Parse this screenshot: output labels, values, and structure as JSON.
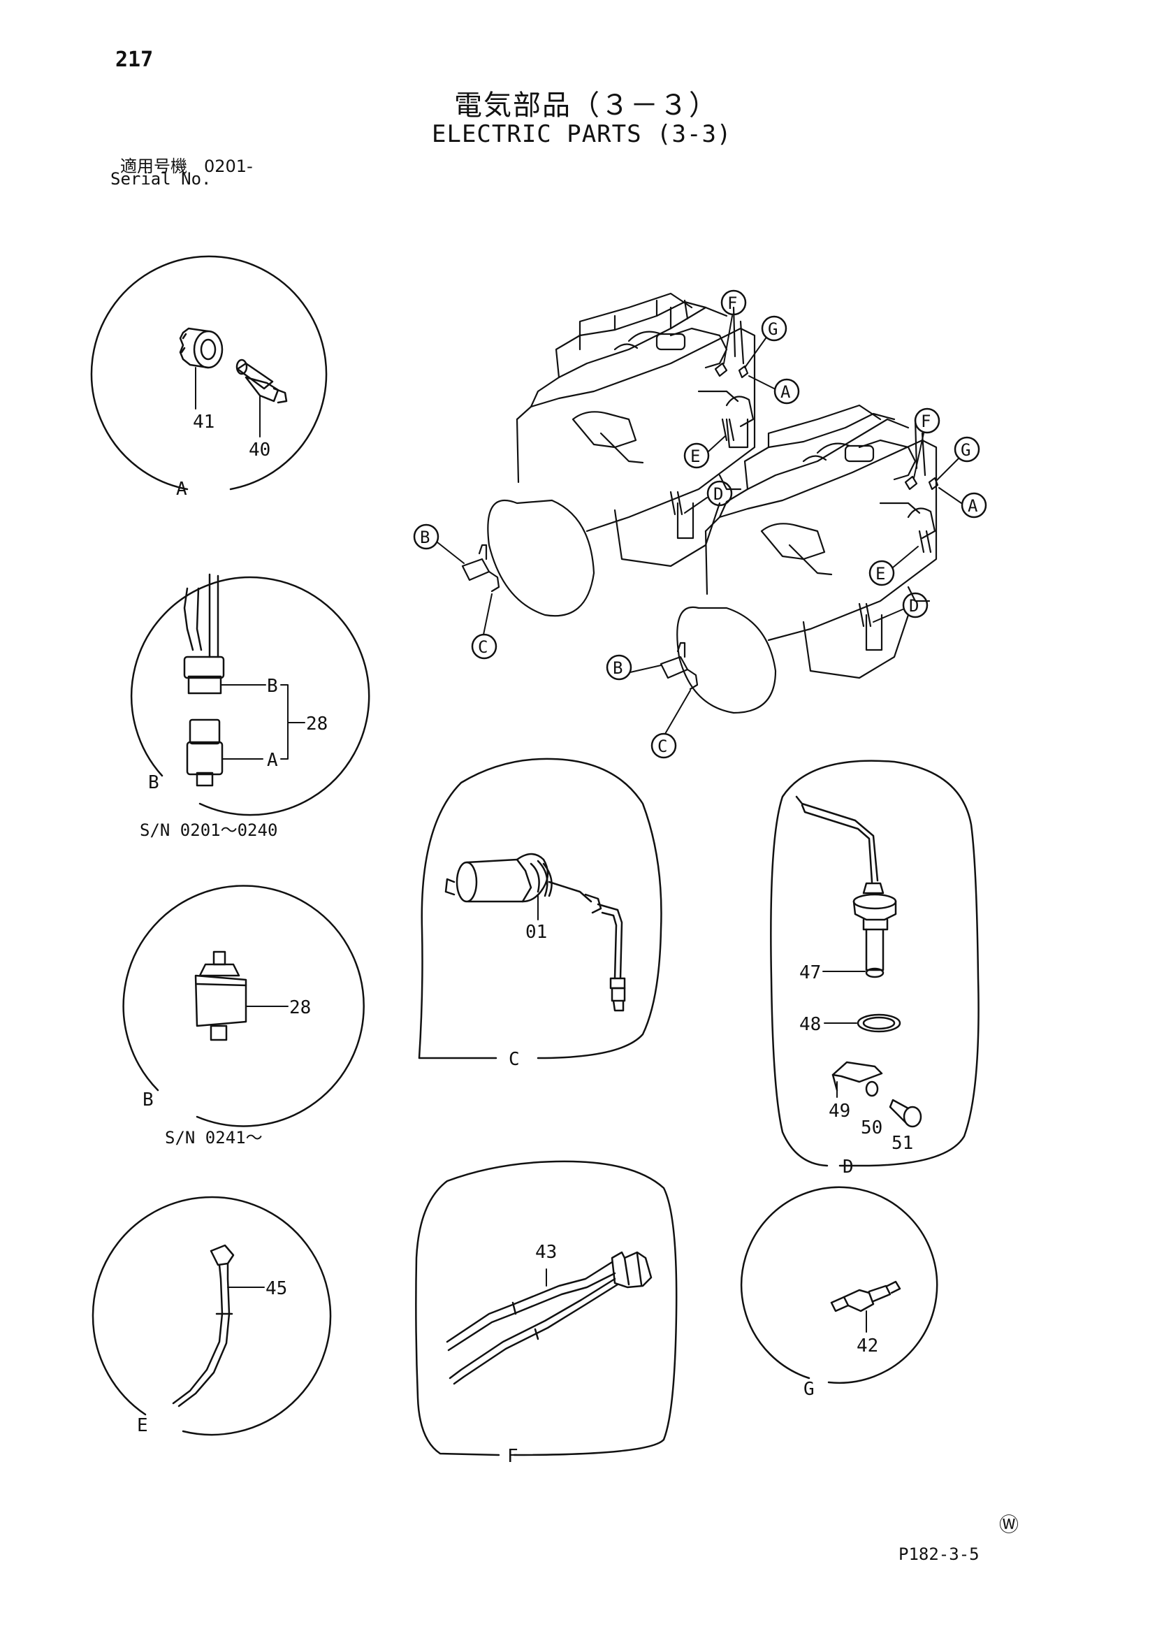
{
  "page_number": "217",
  "title_jp": "電気部品（３－３）",
  "title_en": "ELECTRIC PARTS (3-3)",
  "serial_label_jp": "適用号機　0201-",
  "serial_label_en": "Serial No.",
  "sn_note_1": "S/N 0201～0240",
  "sn_note_2": "S/N 0241～",
  "part_numbers": {
    "p41": "41",
    "p40": "40",
    "p28a": "28",
    "p28b": "28",
    "p01": "01",
    "p47": "47",
    "p48": "48",
    "p49": "49",
    "p50": "50",
    "p51": "51",
    "p45": "45",
    "p43": "43",
    "p42": "42"
  },
  "detail_letters": {
    "A": "A",
    "B": "B",
    "C": "C",
    "D": "D",
    "E": "E",
    "F": "F",
    "G": "G"
  },
  "w_mark": "Ⓦ",
  "page_code": "P182-3-5"
}
